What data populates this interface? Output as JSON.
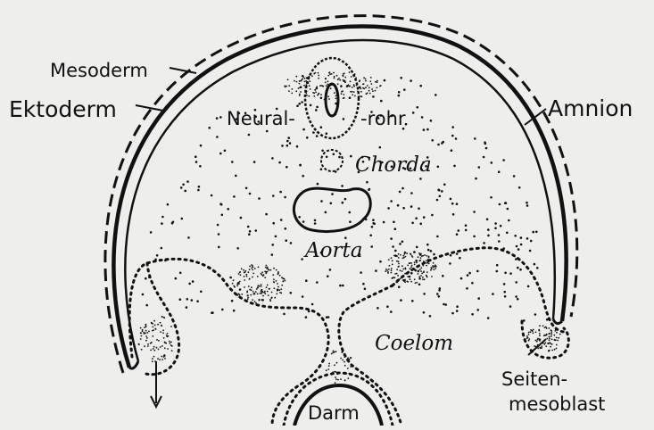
{
  "diagram": {
    "labels": {
      "mesoderm": "Mesoderm",
      "ektoderm": "Ektoderm",
      "neural": "Neural-",
      "rohr": "-rohr",
      "chorda": "Chorda",
      "aorta": "Aorta",
      "amnion": "Amnion",
      "coelom": "Coelom",
      "seiten": "Seiten-",
      "mesoblast": "mesoblast",
      "darm": "Darm"
    },
    "colors": {
      "ink": "#111111",
      "paper": "#eeeeec"
    }
  }
}
